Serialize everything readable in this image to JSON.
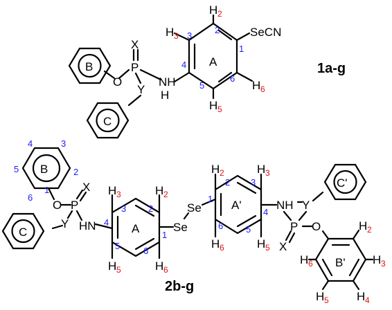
{
  "compound_top": {
    "label": "1a-g",
    "selenocyanate": "SeCN",
    "ring_core": "A",
    "ring_phenoxy": "B",
    "ring_y": "C"
  },
  "compound_bottom": {
    "label": "2b-g",
    "ring_core_left": "A",
    "ring_core_right": "A'",
    "ring_phenoxy_left": "B",
    "ring_phenoxy_right": "B'",
    "ring_y_left": "C",
    "ring_y_right": "C'"
  },
  "atoms": {
    "phosphorus": "P",
    "nitrogen": "NH",
    "nitrogen_h_first": "HN",
    "oxygen": "O",
    "selenium": "Se",
    "substituent_x": "X",
    "substituent_y": "Y",
    "hydrogen": "H"
  },
  "colors": {
    "carbon_numbering": "#1a1aff",
    "hydrogen_numbering": "#e01010",
    "bonds": "#000000"
  }
}
